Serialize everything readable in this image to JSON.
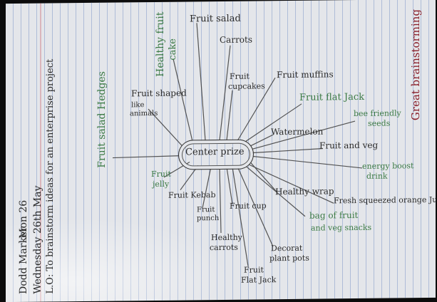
{
  "header": {
    "name": "Dodd Marker",
    "date_top": "Mon 26",
    "date_line": "Wednesday 26th May",
    "lo": "L.O: To brainstorm ideas for an enterprise project",
    "title": "Great brainstorming"
  },
  "center": "Center prize",
  "ideas": {
    "fruit_salad": "Fruit salad",
    "carrots": "Carrots",
    "fruit_cupcakes_1": "Fruit",
    "fruit_cupcakes_2": "cupcakes",
    "fruit_muffins": "Fruit muffins",
    "fruit_flat_jack": "Fruit flat Jack",
    "bee_friendly_1": "bee friendly",
    "bee_friendly_2": "seeds",
    "watermelon": "Watermelon",
    "fruit_and_veg": "Fruit and veg",
    "energy_boost_1": "energy boost",
    "energy_boost_2": "drink",
    "healthy_wrap": "Healthy wrap",
    "fresh_oj": "Fresh squeezed orange Ju",
    "bag_of_fruit_1": "bag of fruit",
    "bag_of_fruit_2": "and veg snacks",
    "decorate_pots_1": "Decorat",
    "decorate_pots_2": "plant pots",
    "fruit_flat_jack_bottom_1": "Fruit",
    "fruit_flat_jack_bottom_2": "Flat Jack",
    "fruit_cup": "Fruit cup",
    "healthy_carrots_1": "Healthy",
    "healthy_carrots_2": "carrots",
    "fruit_punch_1": "Fruit",
    "fruit_punch_2": "punch",
    "fruit_kebab": "Fruit Kebab",
    "fruit_jelly_1": "Fruit",
    "fruit_jelly_2": "jelly",
    "fruit_shaped_1": "Fruit shaped",
    "fruit_shaped_2": "like",
    "fruit_shaped_3": "animals",
    "fruit_salad_hdg": "Fruit salad Hedges",
    "healthy_fruit_cake_1": "Healthy fruit",
    "healthy_fruit_cake_2": "cake"
  },
  "colors": {
    "pencil": "#2a2a2a",
    "green": "#3b7a45",
    "red": "#8a1f2a",
    "paper": "#e4e6ea"
  }
}
